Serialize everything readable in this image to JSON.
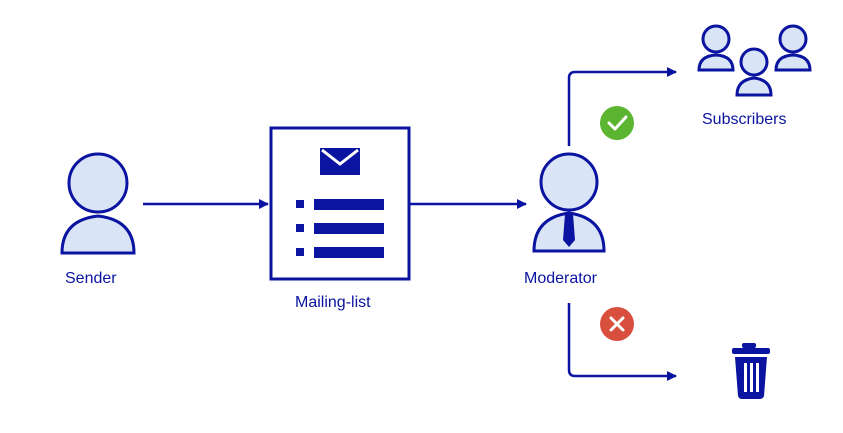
{
  "colors": {
    "primary": "#0a14a0",
    "approve": "#5cb531",
    "reject": "#d94f3d",
    "background": "#ffffff"
  },
  "nodes": {
    "sender": {
      "label": "Sender",
      "icon": "user-icon"
    },
    "mailing_list": {
      "label": "Mailing-list",
      "icon": "mailing-list-icon"
    },
    "moderator": {
      "label": "Moderator",
      "icon": "moderator-icon"
    },
    "subscribers": {
      "label": "Subscribers",
      "icon": "group-icon"
    },
    "trash": {
      "icon": "trash-icon"
    }
  },
  "status_icons": {
    "approved": "check-circle-icon",
    "rejected": "x-circle-icon"
  }
}
